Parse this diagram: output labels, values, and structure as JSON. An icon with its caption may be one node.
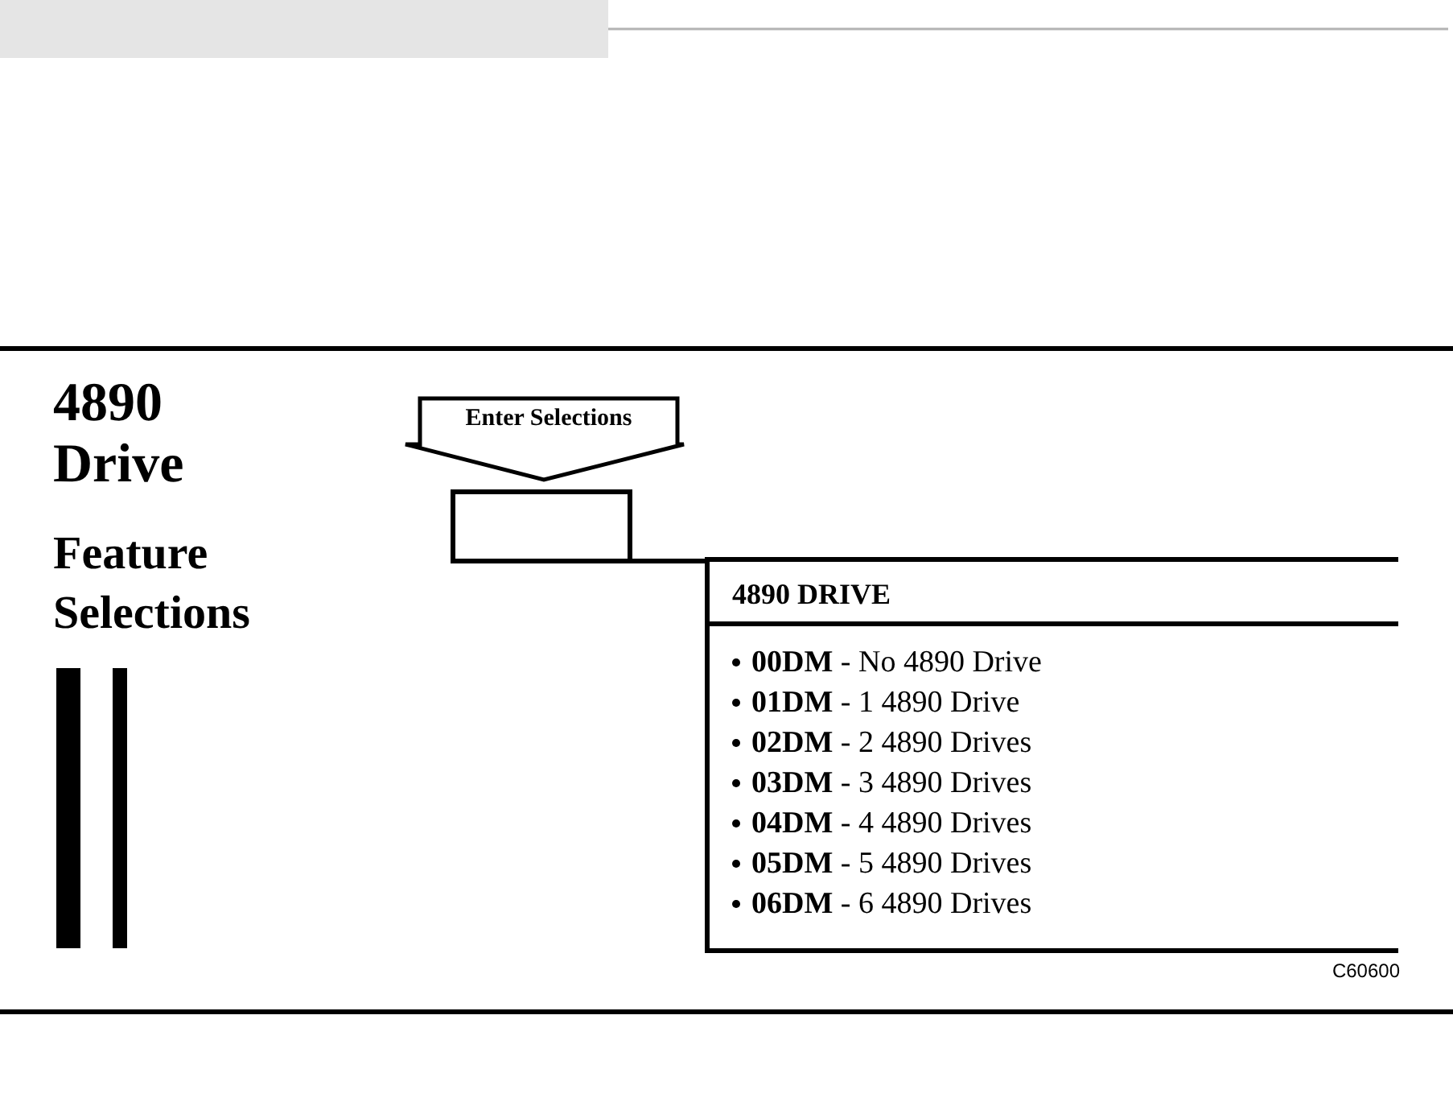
{
  "diagram": {
    "title": "4890 Drive",
    "nodes": [
      {
        "text": [
          "Enter Selections"
        ]
      },
      {
        "text": [],
        "shape": "box"
      },
      {
        "text": [
          "4890 DRIVE",
          "**00DM** - No 4890 Drive",
          "**01DM** - 1 4890 Drive",
          "**02DM** - 2 4890 Drives",
          "**03DM** - 3 4890 Drives",
          "**04DM** - 4 4890 Drives",
          "**05DM** - 5 4890 Drives",
          "**06DM** - 6 4890 Drives"
        ]
      }
    ],
    "edges": [
      {
        "from": 1,
        "to": 2,
        "arrow": "none"
      }
    ],
    "labels": [
      "Feature Selections",
      "C60600"
    ]
  }
}
